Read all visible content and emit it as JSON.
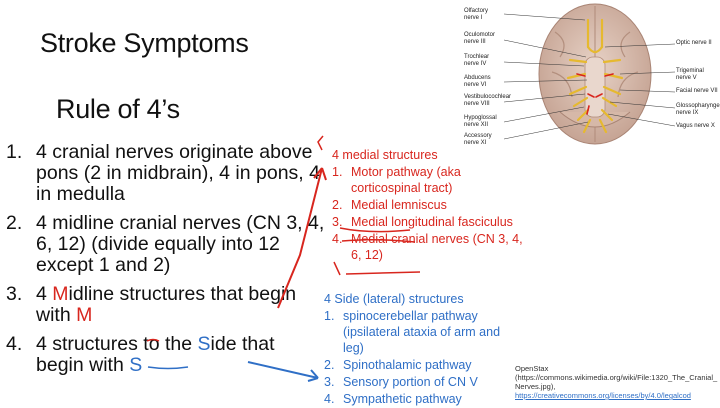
{
  "slide": {
    "title": "Stroke Symptoms",
    "subtitle": "Rule of 4’s"
  },
  "main_list": [
    {
      "num": "1.",
      "text": "4 cranial nerves originate above pons (2 in midbrain), 4 in pons, 4 in medulla"
    },
    {
      "num": "2.",
      "text": "4 midline cranial nerves (CN 3, 4, 6, 12) (divide equally into 12 except 1 and 2)"
    },
    {
      "num": "3.",
      "pre": "4 ",
      "letter": "M",
      "post": "idline structures that begin with ",
      "end_letter": "M"
    },
    {
      "num": "4.",
      "pre": "4 structures to the ",
      "letter": "S",
      "post": "ide that begin with ",
      "end_letter": "S"
    }
  ],
  "medial": {
    "heading": "4 medial structures",
    "items": [
      {
        "num": "1.",
        "text": "Motor pathway (aka corticospinal tract)"
      },
      {
        "num": "2.",
        "text": "Medial lemniscus"
      },
      {
        "num": "3.",
        "text": "Medial longitudinal fasciculus"
      },
      {
        "num": "4.",
        "text": "Medial cranial nerves (CN 3, 4, 6, 12)"
      }
    ]
  },
  "lateral": {
    "heading": "4 Side (lateral) structures",
    "items": [
      {
        "num": "1.",
        "text": "spinocerebellar pathway (ipsilateral ataxia of arm and leg)"
      },
      {
        "num": "2.",
        "text": "Spinothalamic pathway"
      },
      {
        "num": "3.",
        "text": "Sensory portion of CN V"
      },
      {
        "num": "4.",
        "text": "Sympathetic pathway"
      }
    ]
  },
  "brain_labels": {
    "left": [
      "Olfactory nerve I",
      "Oculomotor nerve III",
      "Trochlear nerve IV",
      "Abducens nerve VI",
      "Vestibulocochlear nerve VIII",
      "Hypoglossal nerve XII",
      "Accessory nerve XI"
    ],
    "right": [
      "Optic nerve II",
      "Trigeminal nerve V",
      "Facial nerve VII",
      "Glossopharyngeal nerve IX",
      "Vagus nerve X"
    ]
  },
  "attribution": {
    "source": "OpenStax",
    "url_text": "(https://commons.wikimedia.org/wiki/File:1320_The_Cranial_Nerves.jpg),",
    "license": "https://creativecommons.org/licenses/by/4.0/legalcod"
  },
  "colors": {
    "red": "#d8261e",
    "blue": "#2f6fc6"
  }
}
